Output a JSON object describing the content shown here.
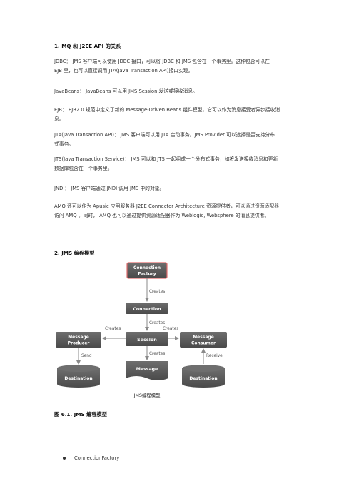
{
  "section1": {
    "title": "1. MQ 和 J2EE API 的关系",
    "paragraphs": [
      [
        "JDBC： JMS 客户端可以使用 JDBC 接口，可以将 JDBC 和 JMS 包含在一个事务里。这种包含可以在",
        "EJB 里，也可以直接调用 JTA(Java Transaction API)接口实现。"
      ],
      [
        "JavaBeans： JavaBeans 可以用 JMS Session 发送或接收消息。"
      ],
      [
        "EJB： EJB2.0 规范中定义了新的 Message-Driven Beans 组件模型，它可以作为消息接受者异步接收消",
        "息。"
      ],
      [
        "JTA(Java Transaction API)： JMS 客户端可以用 JTA 启动事务。JMS Provider 可以选择是否支持分布",
        "式事务。"
      ],
      [
        "JTS(Java Transaction Service)： JMS 可以和 JTS 一起组成一个分布式事务，如将发送接收消息和更新",
        "数据库包含在一个事务里。"
      ],
      [
        "JNDI： JMS 客户端通过 JNDI 调用 JMS 中的对象。"
      ],
      [
        "AMQ 还可以作为 Apusic 应用服务器 J2EE Connector Architecture 资源提供者，可以通过资源适配器",
        "访问 AMQ 。同时， AMQ 也可以通过提供资源适配器作为 Weblogic, Websphere 的消息提供者。"
      ]
    ]
  },
  "section2": {
    "title": "2. JMS 编程模型"
  },
  "diagram": {
    "nodes": {
      "factory_line1": "Connection",
      "factory_line2": "Factory",
      "connection": "Connection",
      "session": "Session",
      "producer_line1": "Message",
      "producer_line2": "Producer",
      "consumer_line1": "Message",
      "consumer_line2": "Consumer",
      "message": "Message",
      "dest_left": "Destination",
      "dest_right": "Destination"
    },
    "edge_labels": {
      "factory_to_connection": "Creates",
      "connection_to_session": "Creates",
      "session_to_producer": "Creates",
      "session_to_consumer": "Creates",
      "session_to_message": "Creates",
      "producer_to_dest": "Send",
      "consumer_to_dest": "Receive"
    },
    "caption": "JMS编程模型",
    "colors": {
      "box": "#5a5a5a",
      "highlight": "#e06a6a",
      "text": "#ffffff",
      "arrow": "#8a8a8a"
    }
  },
  "figure_caption": "图 6.1. JMS 编程模型",
  "bullets": [
    "ConnectionFactory"
  ]
}
